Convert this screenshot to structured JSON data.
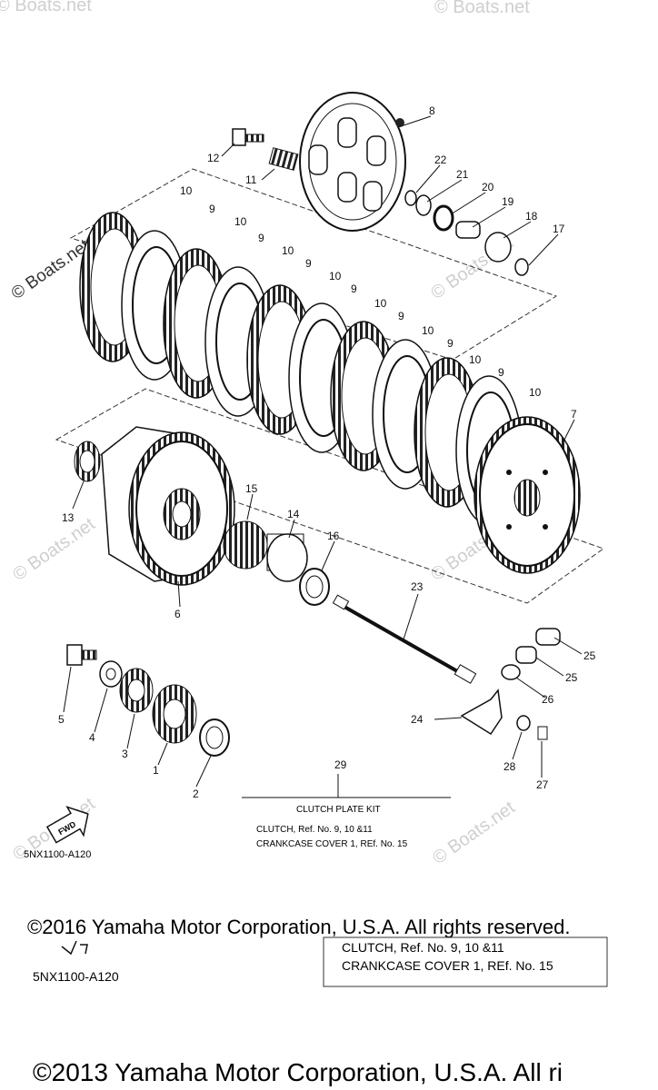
{
  "watermark": {
    "text": "© Boats.net"
  },
  "callouts": [
    "1",
    "2",
    "3",
    "4",
    "5",
    "6",
    "7",
    "8",
    "9",
    "10",
    "11",
    "12",
    "13",
    "14",
    "15",
    "16",
    "17",
    "18",
    "19",
    "20",
    "21",
    "22",
    "23",
    "24",
    "25",
    "26",
    "27",
    "28",
    "29"
  ],
  "parts": {
    "p1": "1",
    "p2": "2",
    "p3": "3",
    "p4": "4",
    "p5": "5",
    "p6": "6",
    "p7": "7",
    "p8": "8",
    "p9": "9",
    "p10": "10",
    "p11": "11",
    "p12": "12",
    "p13": "13",
    "p14": "14",
    "p15": "15",
    "p16": "16",
    "p17": "17",
    "p18": "18",
    "p19": "19",
    "p20": "20",
    "p21": "21",
    "p22": "22",
    "p23": "23",
    "p24": "24",
    "p25": "25",
    "p26": "26",
    "p27": "27",
    "p28": "28",
    "p29": "29"
  },
  "kit": {
    "title": "CLUTCH PLATE KIT",
    "line1": "CLUTCH, Ref. No. 9, 10 &11",
    "line2": "CRANKCASE COVER 1, REf. No. 15"
  },
  "fwd_label": "FWD",
  "diagram_code": "5NX1100-A120",
  "copyright_2016": "©2016 Yamaha Motor Corporation, U.S.A. All rights reserved.",
  "copyright_2013": "©2013 Yamaha Motor Corporation, U.S.A. All ri",
  "lower_kit": {
    "line1": "CLUTCH, Ref. No. 9, 10 &11",
    "line2": "CRANKCASE COVER 1, REf. No. 15"
  }
}
